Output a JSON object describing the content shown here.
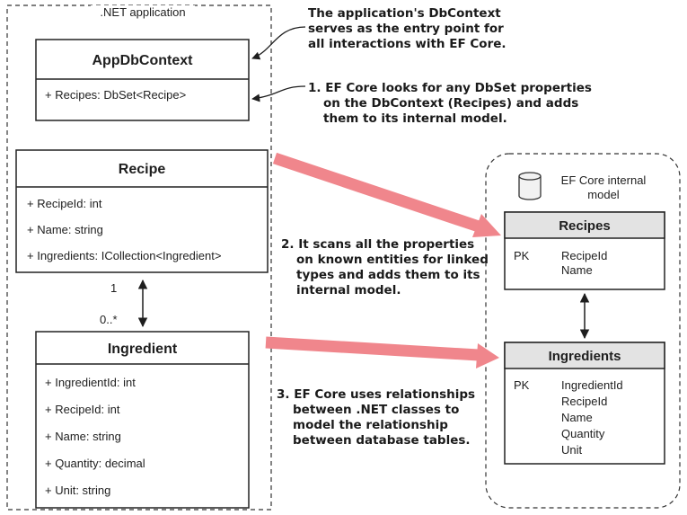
{
  "app_boundary": {
    "label": ".NET application"
  },
  "db_context": {
    "title": "AppDbContext",
    "members": [
      "+ Recipes: DbSet<Recipe>"
    ]
  },
  "recipe_class": {
    "title": "Recipe",
    "members": [
      "+ RecipeId: int",
      "+ Name: string",
      "+ Ingredients: ICollection<Ingredient>"
    ]
  },
  "multiplicity": {
    "one": "1",
    "many": "0..*"
  },
  "ingredient_class": {
    "title": "Ingredient",
    "members": [
      "+ IngredientId: int",
      "+ RecipeId: int",
      "+ Name: string",
      "+ Quantity: decimal",
      "+ Unit: string"
    ]
  },
  "internal_model": {
    "label_lines": [
      "EF Core internal",
      "model"
    ],
    "icon": "database-icon",
    "recipes_table": {
      "title": "Recipes",
      "pk": "PK",
      "columns": [
        "RecipeId",
        "Name"
      ]
    },
    "ingredients_table": {
      "title": "Ingredients",
      "pk": "PK",
      "columns": [
        "IngredientId",
        "RecipeId",
        "Name",
        "Quantity",
        "Unit"
      ]
    }
  },
  "notes": {
    "entry_point": [
      "The application's DbContext",
      "serves as the entry point for",
      "all interactions with EF Core."
    ],
    "step1": [
      "1. EF Core looks for any DbSet properties",
      "on the DbContext (Recipes) and adds",
      "them to its internal model."
    ],
    "step2": [
      "2. It scans all the properties",
      "on known entities for linked",
      "types and adds them to its",
      "internal model."
    ],
    "step3": [
      "3. EF Core uses relationships",
      "between .NET classes to",
      "model the relationship",
      "between database tables."
    ]
  },
  "colors": {
    "arrow_pink": "#f0868c",
    "header_gray": "#e3e3e3",
    "border": "#222222"
  }
}
